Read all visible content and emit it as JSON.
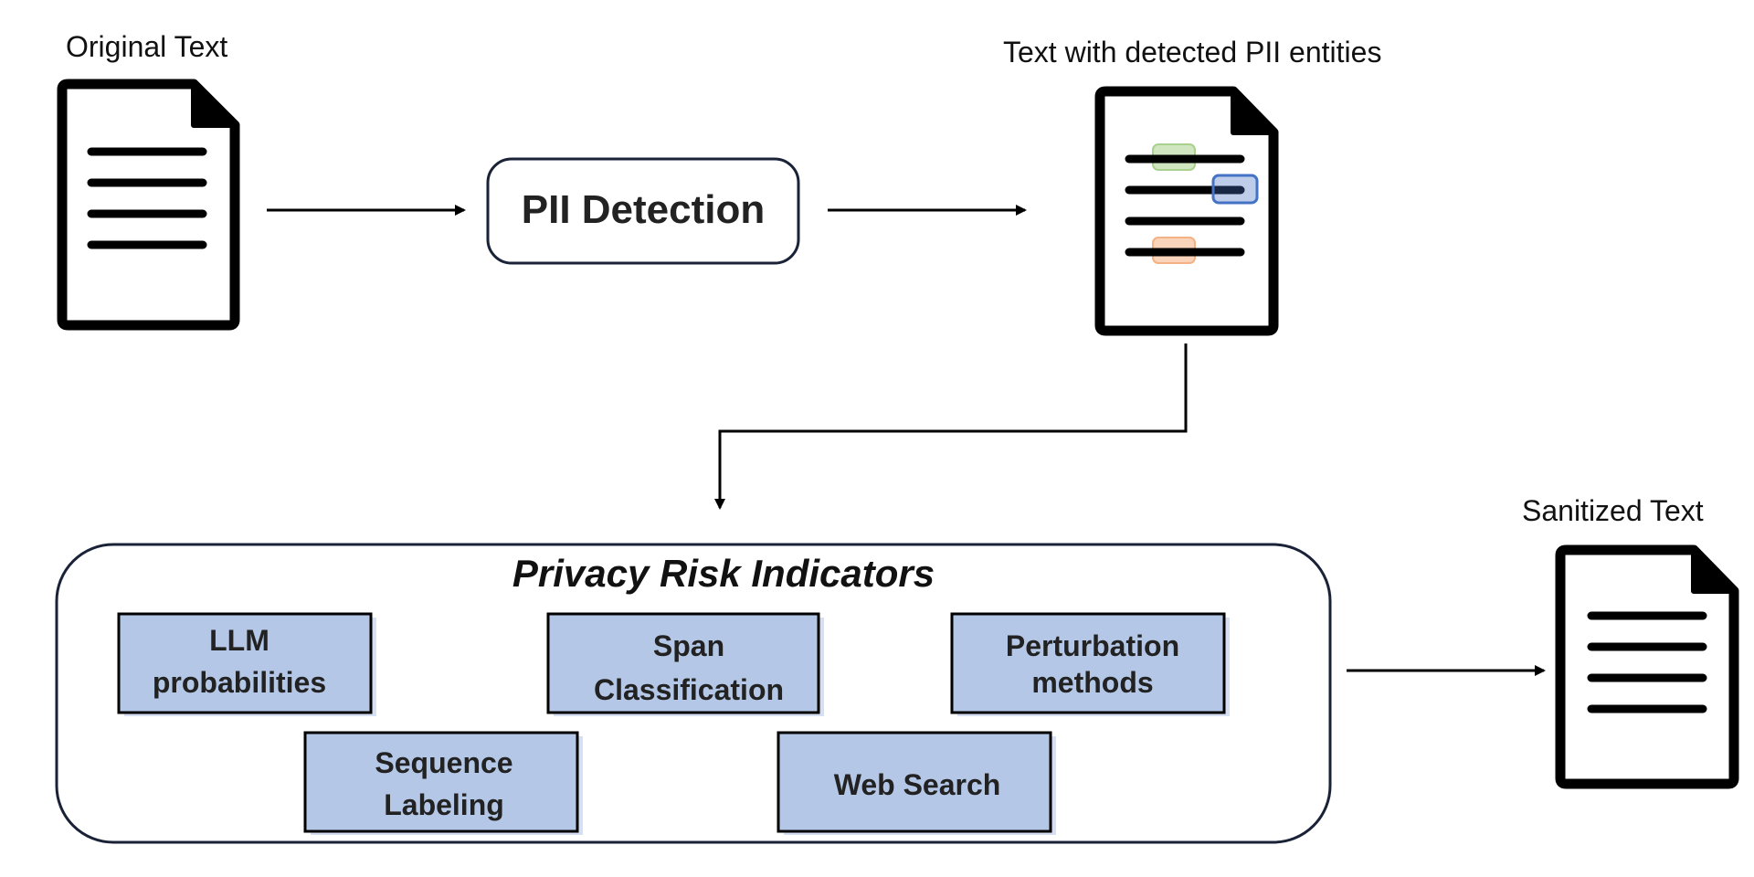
{
  "labels": {
    "original_text": "Original Text",
    "pii_detection": "PII Detection",
    "text_with_pii": "Text with detected PII entities",
    "privacy_risk_indicators": "Privacy Risk Indicators",
    "sanitized_text": "Sanitized Text"
  },
  "indicators": {
    "llm_line1": "LLM",
    "llm_line2": "probabilities",
    "span_line1": "Span",
    "span_line2": "Classification",
    "perturb_line1": "Perturbation",
    "perturb_line2": "methods",
    "seq_line1": "Sequence",
    "seq_line2": "Labeling",
    "web": "Web Search"
  },
  "colors": {
    "indicator_fill": "#b4c7e7",
    "highlight_green": "#a9d18e",
    "highlight_blue": "#4472c4",
    "highlight_orange": "#f4b183",
    "stroke": "#000000"
  }
}
